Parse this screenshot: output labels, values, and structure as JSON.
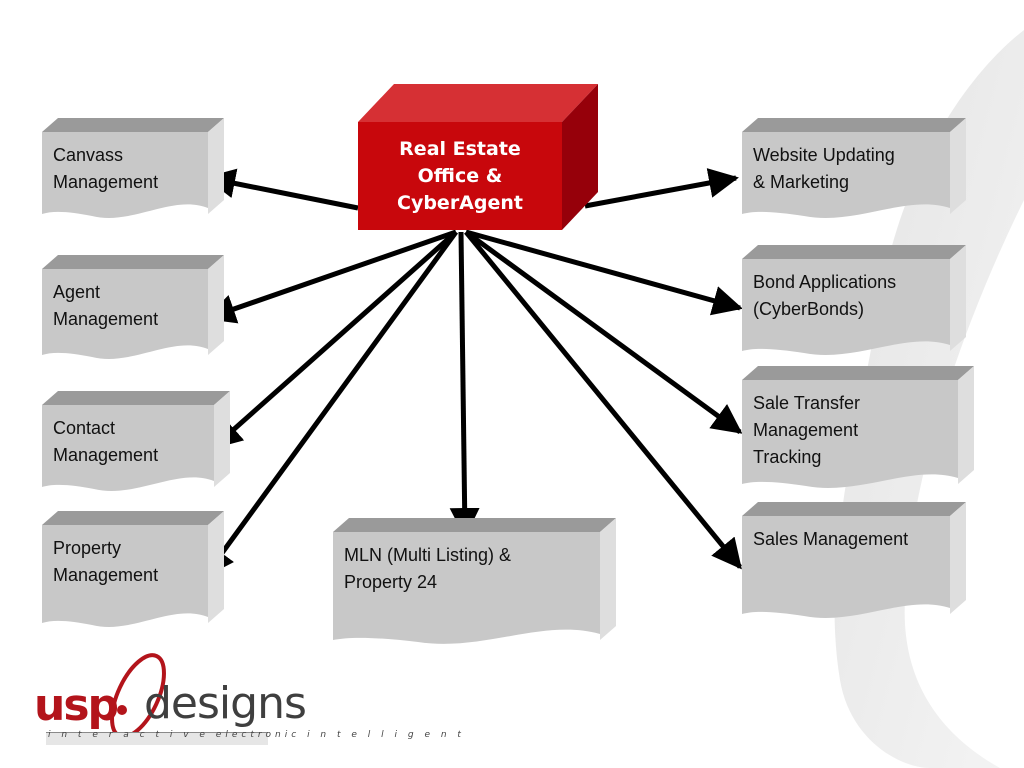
{
  "central": {
    "lines": [
      "Real Estate",
      "Office &",
      "CyberAgent"
    ]
  },
  "modules": [
    {
      "id": "canvass",
      "label": "Canvass\nManagement"
    },
    {
      "id": "agent",
      "label": "Agent\nManagement"
    },
    {
      "id": "contact",
      "label": "Contact\nManagement"
    },
    {
      "id": "property",
      "label": "Property\nManagement"
    },
    {
      "id": "mln",
      "label": "MLN (Multi Listing) &\nProperty 24"
    },
    {
      "id": "website",
      "label": "Website Updating\n& Marketing"
    },
    {
      "id": "bond",
      "label": "Bond Applications\n(CyberBonds)"
    },
    {
      "id": "saletransfer",
      "label": "Sale Transfer\nManagement\nTracking"
    },
    {
      "id": "sales",
      "label": "Sales Management"
    }
  ],
  "logo": {
    "brand_left": "usp",
    "brand_right": "designs",
    "tagline": "i n t e r a c t i v e  electronic  i n t e l l i g e n t"
  },
  "colors": {
    "central_front": "#c8070c",
    "central_top": "#d63034",
    "central_side": "#96000a",
    "doc_front": "#c8c8c8",
    "doc_top": "#9a9a9a",
    "doc_side": "#dedede",
    "brand_red": "#b3141b"
  }
}
